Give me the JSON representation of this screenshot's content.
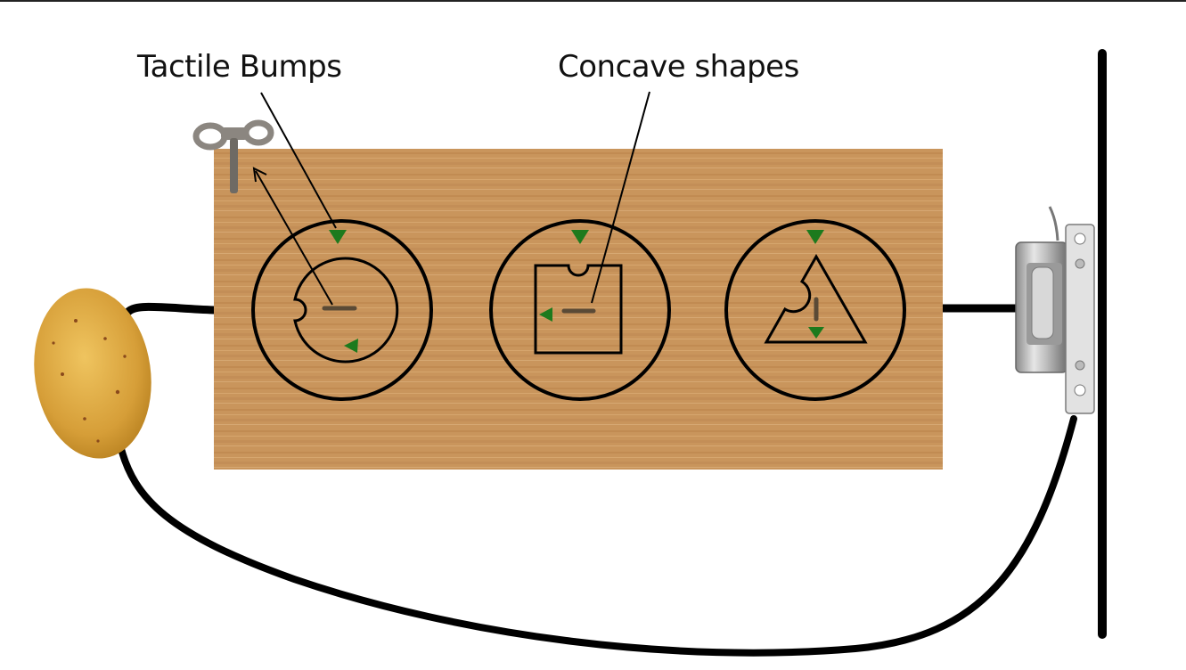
{
  "annotations": {
    "tactile_bumps": "Tactile Bumps",
    "concave_shapes": "Concave shapes"
  },
  "colors": {
    "wood": "#c8935a",
    "wood_dark": "#b07b45",
    "marker_green": "#1d7a1d",
    "wire": "#000000",
    "potato": "#d9a441"
  },
  "components": {
    "dials": [
      "circle-dial",
      "square-dial",
      "triangle-dial"
    ],
    "left_object": "potato-icon",
    "right_object": "door-strike-lock-icon",
    "winding_key": "wind-up-key-icon"
  }
}
